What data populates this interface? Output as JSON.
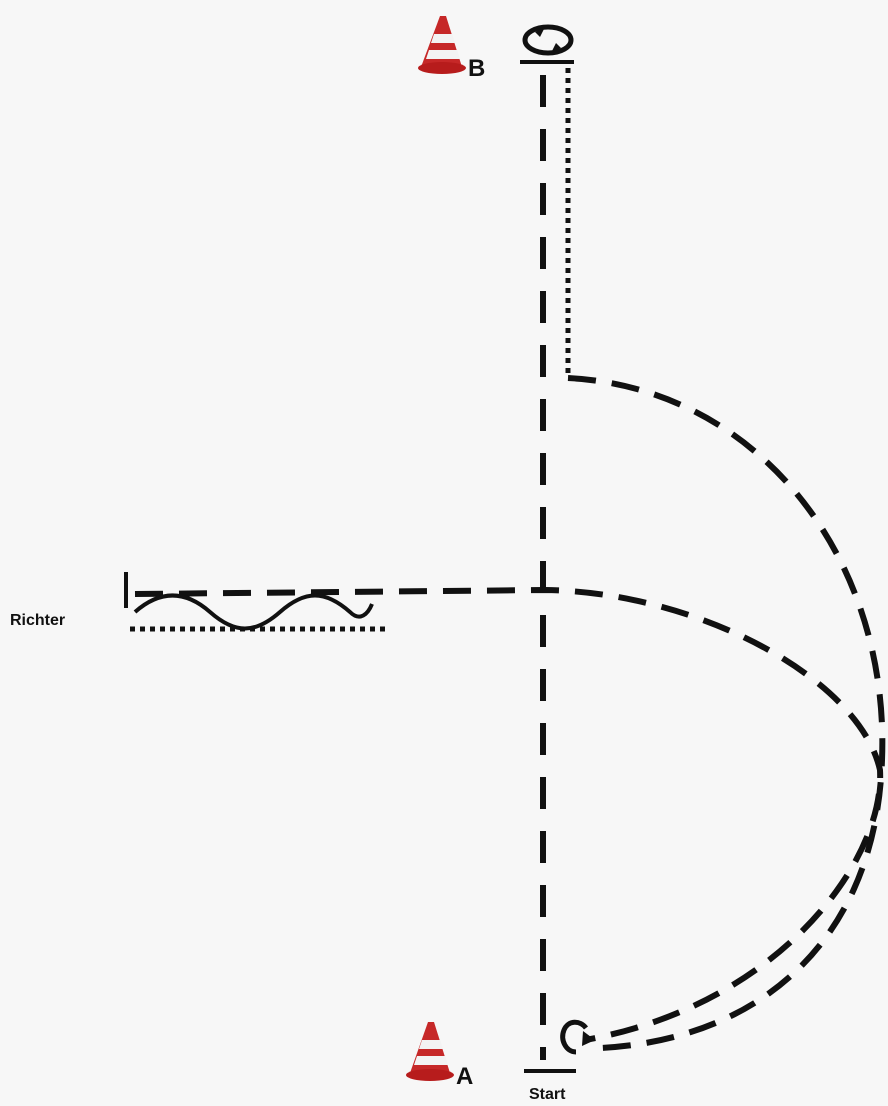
{
  "labels": {
    "cone_a": "A",
    "cone_b": "B",
    "judge": "Richter",
    "start": "Start"
  },
  "colors": {
    "background": "#f7f7f7",
    "line": "#111111",
    "cone_red": "#c62828",
    "cone_white": "#f3f3f3"
  },
  "icons": {
    "cone_a": "traffic-cone-icon",
    "cone_b": "traffic-cone-icon",
    "turn_top": "rotate-arrow-icon",
    "turn_bottom": "half-turn-arrow-icon"
  }
}
